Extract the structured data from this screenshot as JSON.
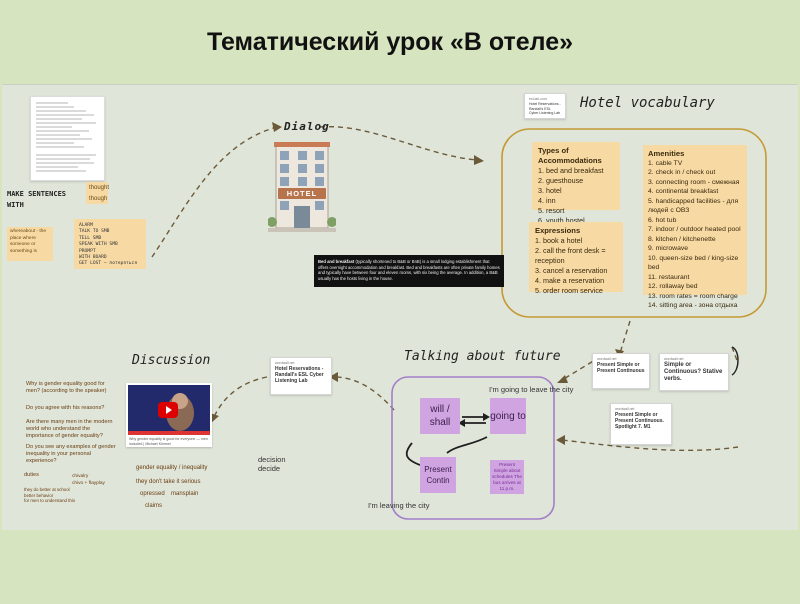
{
  "title": "Тематический урок «В отеле»",
  "headings": {
    "dialog": "Dialog",
    "hotel_vocabulary": "Hotel vocabulary",
    "talking_future": "Talking about future",
    "discussion": "Discussion",
    "make_sentences": "MAKE SENTENCES WITH"
  },
  "hotel_sign": "HOTEL",
  "sentence_words": {
    "thought": "thought",
    "though": "though",
    "phrases": [
      "ALARM",
      "TALK TO SMB",
      "TELL SMB",
      "SPEAK WITH SMB",
      "PROMPT",
      "WITH BOARD",
      "GET LOST – потеряться"
    ],
    "whereabout": "whereabout - the place where someone or something is"
  },
  "definition": {
    "term": "Bed and breakfast",
    "text": "(typically shortened to B&B or BnB) is a small lodging establishment that offers overnight accommodation and breakfast. Bed and breakfasts are often private family homes and typically have between four and eleven rooms, with six being the average. In addition, a B&B usually has the hosts living in the house."
  },
  "vocab": {
    "accommodations": {
      "heading": "Types of Accommodations",
      "items": [
        "bed and breakfast",
        "guesthouse",
        "hotel",
        "inn",
        "resort",
        "youth hostel"
      ]
    },
    "expressions": {
      "heading": "Expressions",
      "items": [
        "book a hotel",
        "call the front desk = reception",
        "cancel a reservation",
        "make a reservation",
        "order room service"
      ]
    },
    "amenities": {
      "heading": "Amenities",
      "items": [
        "cable TV",
        "check in / check out",
        "connecting room - смежная",
        "continental breakfast",
        "handicapped facilities - для людей с ОВЗ",
        "hot tub",
        "indoor / outdoor heated pool",
        "kitchen / kitchenette",
        "microwave",
        "queen-size bed / king-size bed",
        "restaurant",
        "rollaway bed",
        "room rates = room charge",
        "sitting area - зона отдыха"
      ]
    }
  },
  "future": {
    "will": "will / shall",
    "going": "going to",
    "present_cont": "Present Contin",
    "present_simple": "Present Simple about schedules The bus arrives at 11 p.m.",
    "going_caption": "I'm going to leave the city",
    "leaving_caption": "I'm leaving the city"
  },
  "ref_cards": [
    {
      "src": "wordwall.net",
      "title": "Hotel Reservations - Randall's ESL Cyber Listening Lab"
    },
    {
      "src": "wordwall.net",
      "title": "Present Simple or Present Continuous"
    },
    {
      "src": "wordwall.net",
      "title": "Simple or Continuous? Stative verbs."
    },
    {
      "src": "wordwall.net",
      "title": "Present Simple or Present Continuous. Spotlight 7. M1"
    },
    {
      "src": "esl-lab.com",
      "title": "Hotel Reservations - Randall's ESL Cyber Listening Lab"
    }
  ],
  "decision": "decision decide",
  "discussion": {
    "questions": [
      "Why is gender equality good for men? (according to the speaker)",
      "Do you agree with his reasons?",
      "Are there many men in the modern world who understand the importance of gender equality?",
      "Do you see any examples of gender inequality in your personal experience?"
    ],
    "terms": [
      "gender equality / inequality",
      "they don't take it serious",
      "opressed",
      "mansplain",
      "claims"
    ],
    "side_notes": [
      "duties",
      "they do better at school better behavior",
      "for men to understand this",
      "chivalry",
      "chivo + flayplay"
    ]
  },
  "video_caption": "Why gender equality is good for everyone — men included | Michael Kimmel"
}
